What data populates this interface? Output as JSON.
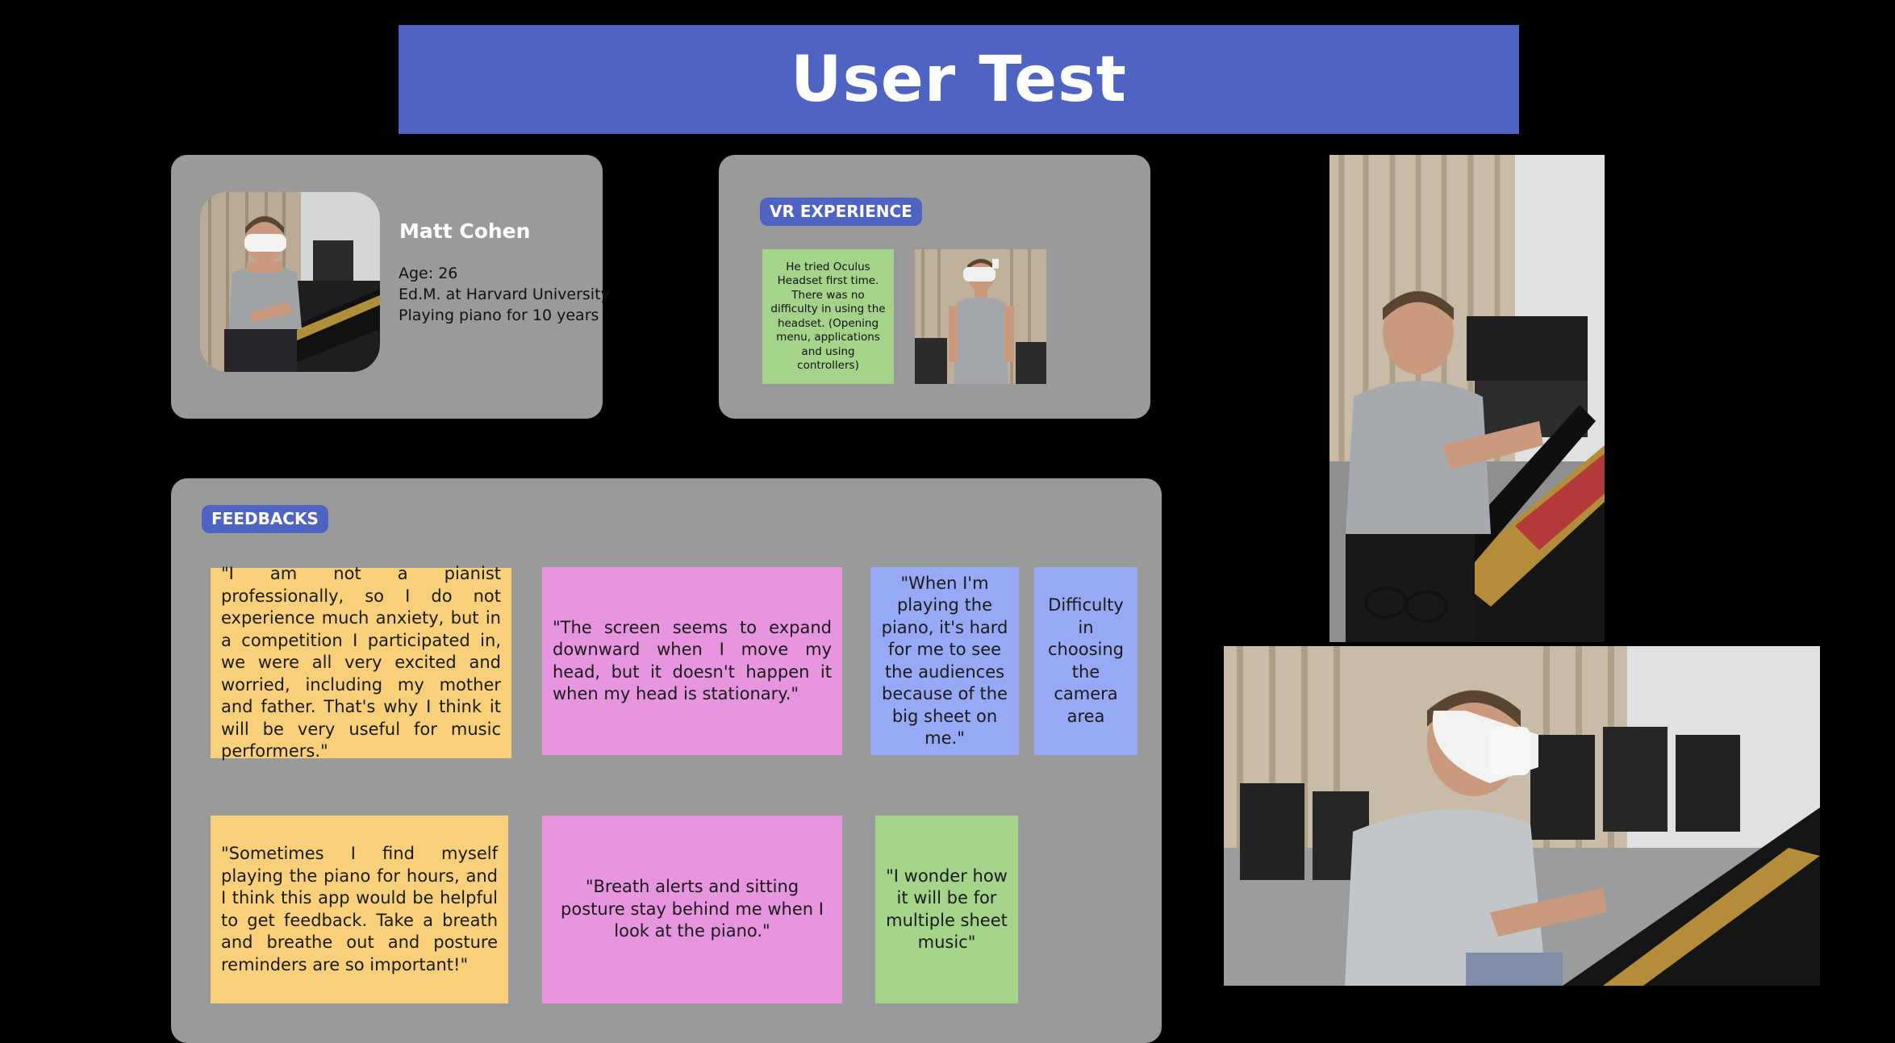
{
  "title": "User Test",
  "profile": {
    "name": "Matt Cohen",
    "age": "Age: 26",
    "education": "Ed.M. at Harvard University",
    "experience": "Playing piano for 10 years"
  },
  "vr_experience": {
    "badge": "VR EXPERIENCE",
    "note": "He tried Oculus Headset first time. There was no difficulty in using the headset. (Opening menu, applications and using controllers)"
  },
  "feedbacks": {
    "badge": "FEEDBACKS",
    "notes": [
      {
        "text": "\"I am not a pianist professionally, so I do not experience much anxiety, but in a competition I participated in, we were all very excited and worried, including my mother and father. That's why I think it will be very useful for music performers.\"",
        "color": "#f8d07a"
      },
      {
        "text": "\"The screen seems to expand downward when I move my head, but it doesn't happen it when my head is stationary.\"",
        "color": "#e695de"
      },
      {
        "text": "\"When I'm playing the piano, it's hard for me to see the audiences because of the big sheet on me.\"",
        "color": "#97a9f5"
      },
      {
        "text": "Difficulty in choosing the camera area",
        "color": "#97a9f5"
      },
      {
        "text": "\"Sometimes I find myself playing the piano for hours, and I think this app would be helpful to get feedback. Take a breath and breathe out and posture reminders are so important!\"",
        "color": "#f8d07a"
      },
      {
        "text": "\"Breath alerts and sitting posture stay behind me when I look at the piano.\"",
        "color": "#e695de"
      },
      {
        "text": "\"I wonder how it will be for multiple sheet music\"",
        "color": "#a4d38a"
      }
    ]
  },
  "colors": {
    "banner": "#4e63c2",
    "panel": "#9a9a9a",
    "background": "#000000"
  }
}
